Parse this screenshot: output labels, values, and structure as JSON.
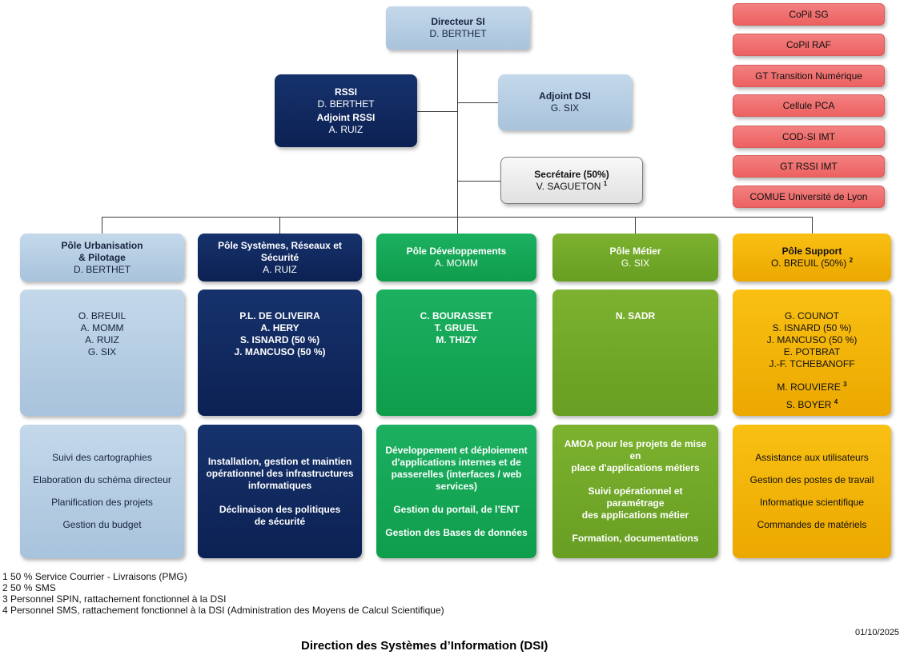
{
  "document": {
    "title": "Direction des Systèmes d’Information (DSI)",
    "date": "01/10/2025"
  },
  "top": {
    "directeur": {
      "role": "Directeur SI",
      "name": "D. BERTHET"
    },
    "rssi": {
      "role": "RSSI",
      "name": "D. BERTHET",
      "role2": "Adjoint RSSI",
      "name2": "A. RUIZ"
    },
    "adjoint": {
      "role": "Adjoint DSI",
      "name": "G. SIX"
    },
    "secretaire": {
      "role": "Secrétaire (50%)",
      "name": "V. SAGUETON",
      "sup": "1"
    }
  },
  "committees": [
    {
      "label": "CoPil SG"
    },
    {
      "label": "CoPil RAF"
    },
    {
      "label": "GT Transition Numérique"
    },
    {
      "label": "Cellule PCA"
    },
    {
      "label": "COD-SI IMT"
    },
    {
      "label": "GT RSSI IMT"
    },
    {
      "label": "COMUE Université de Lyon"
    }
  ],
  "poles": [
    {
      "title": "Pôle Urbanisation\n& Pilotage",
      "head": "D. BERTHET",
      "members": [
        "O. BREUIL",
        "A. MOMM",
        "A. RUIZ",
        "G. SIX"
      ],
      "missions": [
        "Suivi des cartographies",
        "Elaboration du schéma directeur",
        "Planification des projets",
        "Gestion du budget"
      ]
    },
    {
      "title": "Pôle Systèmes, Réseaux et\nSécurité",
      "head": "A. RUIZ",
      "members": [
        "P.L. DE OLIVEIRA",
        "A. HERY",
        "S. ISNARD (50 %)",
        "J. MANCUSO (50 %)"
      ],
      "missions": [
        "Installation, gestion et maintien\nopérationnel des infrastructures\ninformatiques",
        "Déclinaison des politiques\nde sécurité"
      ]
    },
    {
      "title": "Pôle Développements",
      "head": "A. MOMM",
      "members": [
        "C. BOURASSET",
        "T. GRUEL",
        "M. THIZY"
      ],
      "missions": [
        "Développement et déploiement\nd'applications internes et de\npasserelles (interfaces / web\nservices)",
        "Gestion du portail, de l’ENT",
        "Gestion des Bases de données"
      ]
    },
    {
      "title": "Pôle Métier",
      "head": "G. SIX",
      "members": [
        "N. SADR"
      ],
      "missions": [
        "AMOA pour les projets de mise en\nplace d'applications métiers",
        "Suivi opérationnel et paramétrage\ndes applications métier",
        "Formation, documentations"
      ]
    },
    {
      "title": "Pôle Support",
      "head": "O. BREUIL (50%)",
      "head_sup": "2",
      "members": [
        "G. COUNOT",
        "S. ISNARD (50 %)",
        "J. MANCUSO (50 %)",
        "E. POTBRAT",
        "J.-F. TCHEBANOFF"
      ],
      "members2": [
        {
          "name": "M. ROUVIERE",
          "sup": "3"
        },
        {
          "name": "S. BOYER",
          "sup": "4"
        }
      ],
      "missions": [
        "Assistance aux utilisateurs",
        "Gestion des postes de travail",
        "Informatique scientifique",
        "Commandes de matériels"
      ]
    }
  ],
  "footnotes": [
    "1 50 % Service Courrier - Livraisons (PMG)",
    "2 50 % SMS",
    "3 Personnel SPIN, rattachement fonctionnel à la DSI",
    "4 Personnel SMS, rattachement fonctionnel à la DSI (Administration des Moyens de Calcul Scientifique)"
  ],
  "colors": {
    "light_blue": "#b6cde4",
    "navy": "#112a60",
    "green": "#12a452",
    "olive": "#72a828",
    "gold": "#f2b307",
    "red": "#ef6f6e",
    "gray": "#ededed",
    "line": "#3d3d3d"
  }
}
